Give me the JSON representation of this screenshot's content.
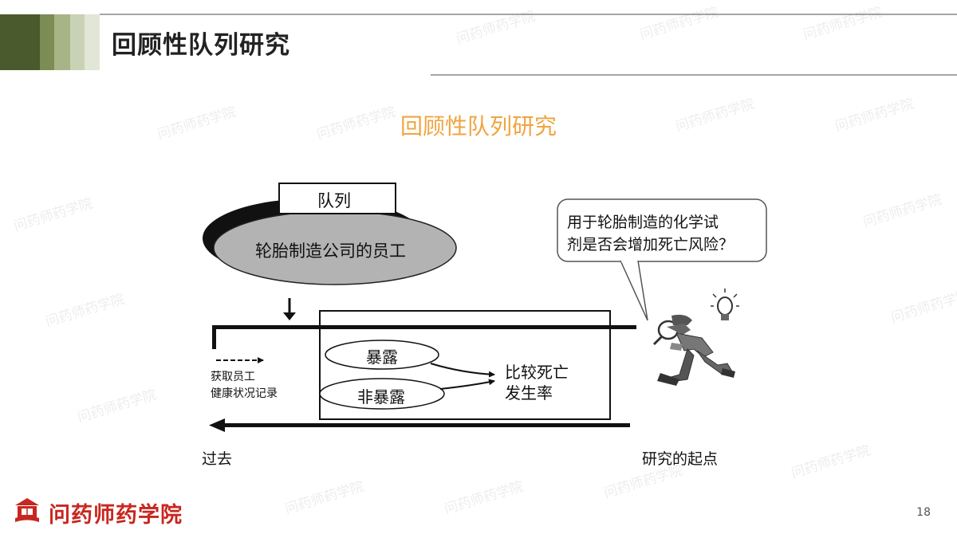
{
  "header": {
    "title": "回顾性队列研究",
    "accent_colors": [
      "#4a5a2c",
      "#7b8c55",
      "#a7b486",
      "#c9d1b6",
      "#e2e6d6"
    ]
  },
  "slide": {
    "subtitle": "回顾性队列研究",
    "subtitle_color": "#f0a440"
  },
  "diagram": {
    "cohort_box_label": "队列",
    "cohort_ellipse_label": "轮胎制造公司的员工",
    "records_label_line1": "获取员工",
    "records_label_line2": "健康状况记录",
    "exposed_label": "暴露",
    "unexposed_label": "非暴露",
    "compare_line1": "比较死亡",
    "compare_line2": "发生率",
    "past_label": "过去",
    "start_label": "研究的起点",
    "bubble_line1": "用于轮胎制造的化学试",
    "bubble_line2": "剂是否会增加死亡风险？",
    "icons": [
      "detective-icon",
      "light-bulb-icon"
    ]
  },
  "watermark": {
    "text": "问药师药学院"
  },
  "footer": {
    "logo_text": "问药师药学院",
    "logo_icon": "school-book-icon",
    "brand_color": "#c8261f",
    "page_number": "18"
  }
}
